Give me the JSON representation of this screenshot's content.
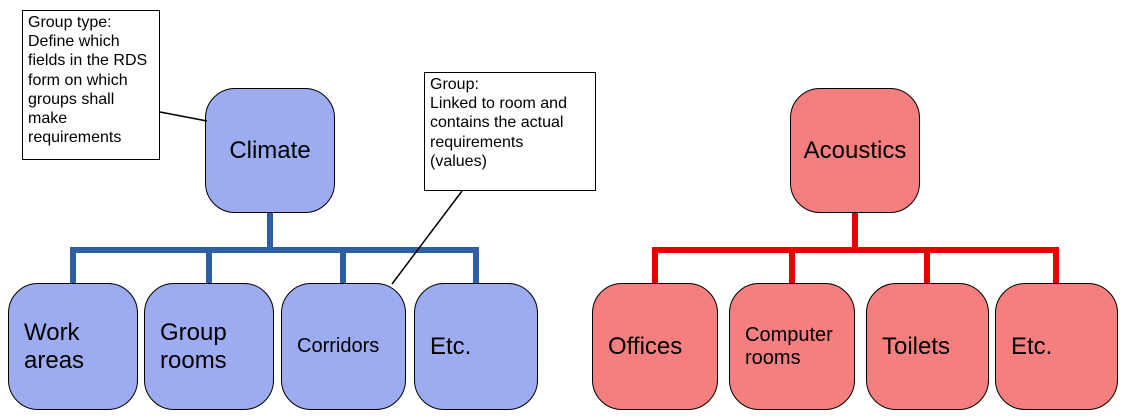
{
  "canvas": {
    "background": "#ffffff"
  },
  "callouts": [
    {
      "id": "group-type",
      "text": "Group type:\nDefine which\nfields in the RDS\nform on which\ngroups shall\nmake\nrequirements"
    },
    {
      "id": "group",
      "text": "Group:\nLinked to room and\ncontains the actual\nrequirements\n(values)"
    }
  ],
  "trees": [
    {
      "name": "climate-tree",
      "node_fill": "#9dacf0",
      "line_color": "#2d5fa6",
      "root": {
        "label": "Climate"
      },
      "children": [
        {
          "label": "Work areas"
        },
        {
          "label": "Group rooms"
        },
        {
          "label": "Corridors"
        },
        {
          "label": "Etc."
        }
      ]
    },
    {
      "name": "acoustics-tree",
      "node_fill": "#f57f7f",
      "line_color": "#e60000",
      "root": {
        "label": "Acoustics"
      },
      "children": [
        {
          "label": "Offices"
        },
        {
          "label": "Computer rooms"
        },
        {
          "label": "Toilets"
        },
        {
          "label": "Etc."
        }
      ]
    }
  ]
}
